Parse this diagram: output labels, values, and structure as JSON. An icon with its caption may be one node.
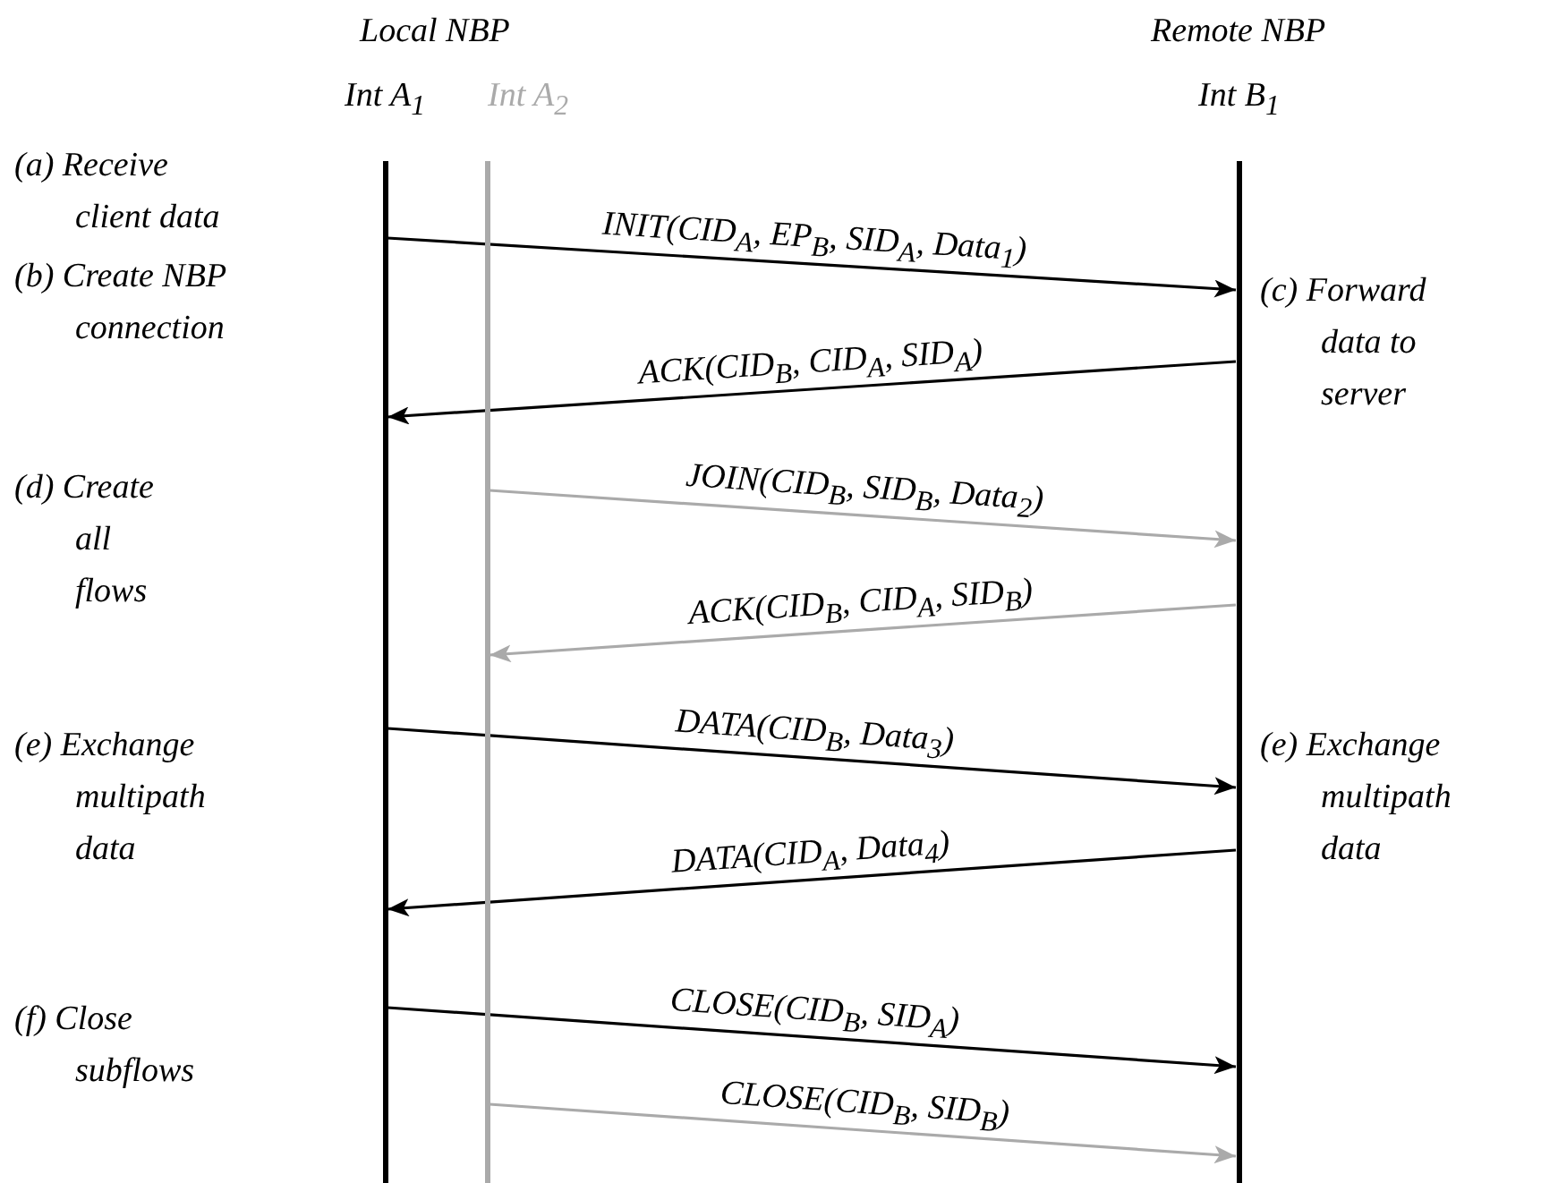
{
  "diagram": {
    "nodes": [
      {
        "text": [],
        "shape": "bar"
      },
      {
        "text": [],
        "shape": "bar"
      },
      {
        "text": [],
        "shape": "bar"
      }
    ],
    "edges": [
      {
        "from": 0,
        "to": 2,
        "arrow": "to",
        "label": "INIT(CID$_{A}$, EP$_{B}$, SID$_{A}$, Data$_{1}$)"
      },
      {
        "from": 2,
        "to": 0,
        "arrow": "to",
        "label": "ACK(CID$_{B}$, CID$_{A}$, SID$_{A}$)"
      },
      {
        "from": 1,
        "to": 2,
        "arrow": "to",
        "label": "JOIN(CID$_{B}$, SID$_{B}$, Data$_{2}$)",
        "color": "#aaaaaa"
      },
      {
        "from": 2,
        "to": 1,
        "arrow": "to",
        "label": "ACK(CID$_{B}$, CID$_{A}$, SID$_{B}$)",
        "color": "#aaaaaa"
      },
      {
        "from": 0,
        "to": 2,
        "arrow": "to",
        "label": "DATA(CID$_{B}$, Data$_{3}$)"
      },
      {
        "from": 2,
        "to": 0,
        "arrow": "to",
        "label": "DATA(CID$_{A}$, Data$_{4}$)"
      },
      {
        "from": 0,
        "to": 2,
        "arrow": "to",
        "label": "CLOSE(CID$_{B}$, SID$_{A}$)"
      },
      {
        "from": 1,
        "to": 2,
        "arrow": "to",
        "label": "CLOSE(CID$_{B}$, SID$_{B}$)",
        "color": "#aaaaaa"
      }
    ],
    "labels": [
      "Local NBP",
      "Remote NBP",
      "Int A$_{1}$",
      "Int A$_{2}$",
      "Int B$_{1}$",
      "(a) Receive client data",
      "(b) Create NBP connection",
      "(c) Forward data to server",
      "(d) Create all flows",
      "(e) Exchange multipath data",
      "(e) Exchange multipath data",
      "(f) Close subflows"
    ]
  }
}
